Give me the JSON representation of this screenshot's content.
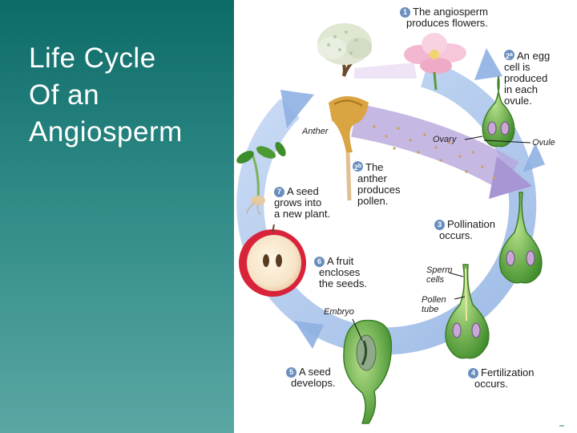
{
  "slide": {
    "title_lines": [
      "Life Cycle",
      "Of an",
      "Angiosperm"
    ]
  },
  "diagram": {
    "steps": {
      "s1": {
        "num": "1",
        "lines": [
          "The angiosperm",
          "produces flowers."
        ]
      },
      "s2a": {
        "num": "2",
        "sub": "a",
        "lines": [
          "An egg",
          "cell is",
          "produced",
          "in each",
          "ovule."
        ]
      },
      "s2b": {
        "num": "2",
        "sub": "b",
        "lines": [
          "The",
          "anther",
          "produces",
          "pollen."
        ]
      },
      "s3": {
        "num": "3",
        "lines": [
          "Pollination",
          "occurs."
        ]
      },
      "s4": {
        "num": "4",
        "lines": [
          "Fertilization",
          "occurs."
        ]
      },
      "s5": {
        "num": "5",
        "lines": [
          "A seed",
          "develops."
        ]
      },
      "s6": {
        "num": "6",
        "lines": [
          "A fruit",
          "encloses",
          "the seeds."
        ]
      },
      "s7": {
        "num": "7",
        "lines": [
          "A seed",
          "grows into",
          "a new plant."
        ]
      }
    },
    "tags": {
      "anther": "Anther",
      "ovary": "Ovary",
      "ovule": "Ovule",
      "sperm": [
        "Sperm",
        "cells"
      ],
      "pollen_tube": [
        "Pollen",
        "tube"
      ],
      "embryo": "Embryo"
    },
    "colors": {
      "cycle_arrow": "#9fbde8",
      "pollen_arrow": "#b7a6dc",
      "ovary_green": "#5cab3f",
      "flower_pink": "#f2b8d0",
      "apple_red": "#d8233a",
      "number_badge": "#6a8fbf"
    }
  }
}
